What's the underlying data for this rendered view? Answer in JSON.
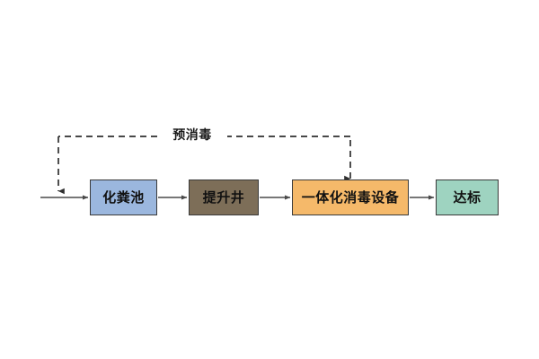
{
  "diagram": {
    "title_label": "预消毒",
    "background_color": "#ffffff",
    "line_color": "#555555",
    "dashed_line_color": "#333333",
    "boxes": [
      {
        "id": "septic-tank",
        "label": "化粪池",
        "fill": "#9BB7DE",
        "border": "#3a3a3a"
      },
      {
        "id": "lift-well",
        "label": "提升井",
        "fill": "#7D6E58",
        "border": "#3a3a3a"
      },
      {
        "id": "disinfection-equipment",
        "label": "一体化消毒设备",
        "fill": "#F5B96A",
        "border": "#3a3a3a"
      },
      {
        "id": "compliance",
        "label": "达标",
        "fill": "#9ED3C0",
        "border": "#3a3a3a"
      }
    ],
    "feedback_loop": {
      "label": "预消毒",
      "style": "dashed",
      "from": "disinfection-equipment",
      "to": "inlet"
    }
  }
}
